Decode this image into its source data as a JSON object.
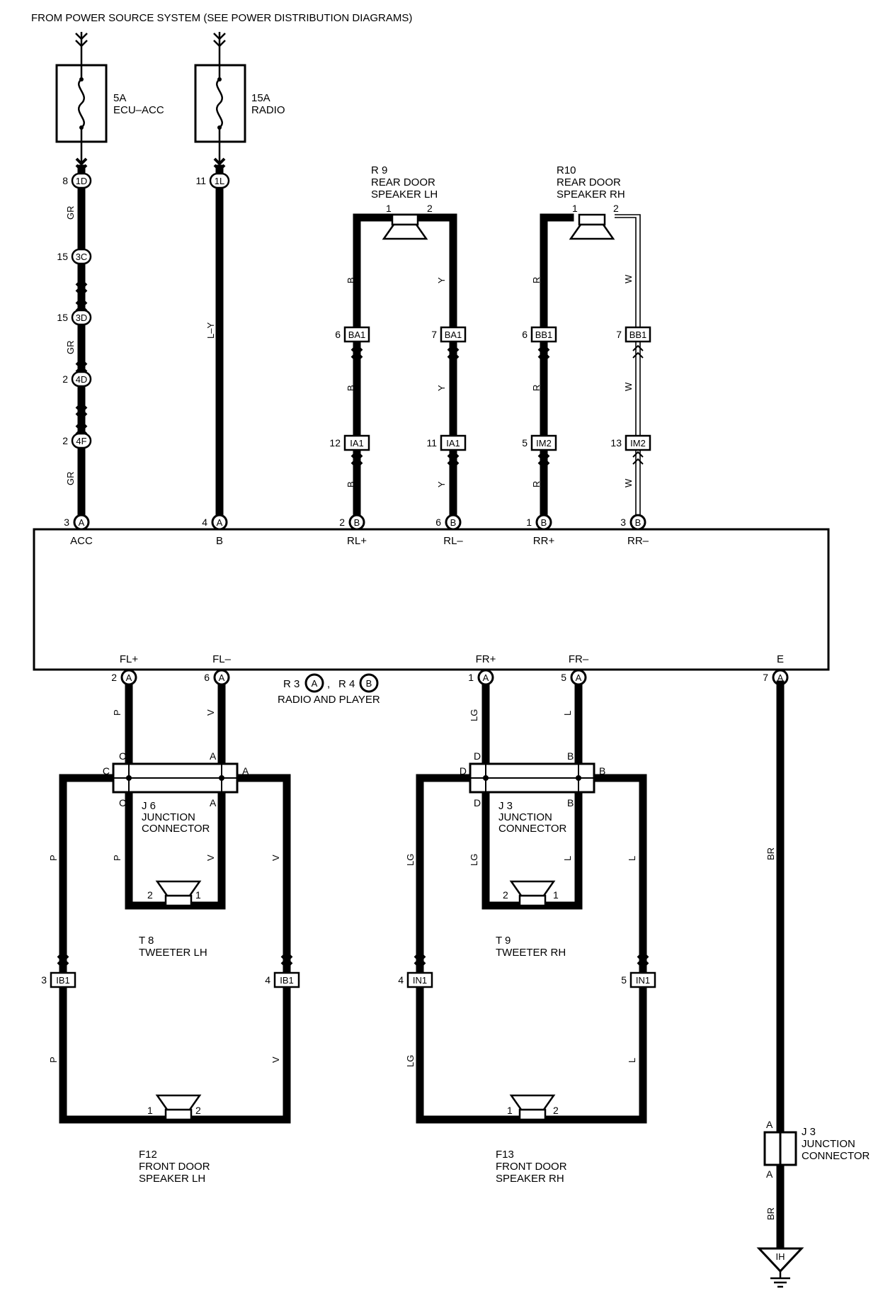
{
  "header": {
    "text": "FROM POWER SOURCE SYSTEM (SEE POWER DISTRIBUTION DIAGRAMS)"
  },
  "fuses": [
    {
      "rating": "5A",
      "name": "ECU–ACC"
    },
    {
      "rating": "15A",
      "name": "RADIO"
    }
  ],
  "unit": {
    "id_1": "R 3",
    "conn_1": "A",
    "sep": ",",
    "id_2": "R 4",
    "conn_2": "B",
    "name": "RADIO AND PLAYER",
    "top_pins": [
      {
        "num": "3",
        "conn": "A",
        "label": "ACC"
      },
      {
        "num": "4",
        "conn": "A",
        "label": "B"
      },
      {
        "num": "2",
        "conn": "B",
        "label": "RL+"
      },
      {
        "num": "6",
        "conn": "B",
        "label": "RL–"
      },
      {
        "num": "1",
        "conn": "B",
        "label": "RR+"
      },
      {
        "num": "3",
        "conn": "B",
        "label": "RR–"
      }
    ],
    "bottom_pins": [
      {
        "num": "2",
        "conn": "A",
        "label": "FL+"
      },
      {
        "num": "6",
        "conn": "A",
        "label": "FL–"
      },
      {
        "num": "1",
        "conn": "A",
        "label": "FR+"
      },
      {
        "num": "5",
        "conn": "A",
        "label": "FR–"
      },
      {
        "num": "7",
        "conn": "A",
        "label": "E"
      }
    ]
  },
  "acc_chain": [
    {
      "pin": "8",
      "conn": "1D"
    },
    {
      "pin": "15",
      "conn": "3C"
    },
    {
      "pin": "15",
      "conn": "3D"
    },
    {
      "pin": "2",
      "conn": "4D"
    },
    {
      "pin": "2",
      "conn": "4F"
    }
  ],
  "acc_wires": [
    "GR",
    "GR",
    "GR"
  ],
  "radio_chain": {
    "pin": "11",
    "conn": "1L",
    "wire": "L–Y"
  },
  "rear_speakers": [
    {
      "id": "R 9",
      "name_1": "REAR DOOR",
      "name_2": "SPEAKER LH",
      "pins": [
        "1",
        "2"
      ],
      "legs": [
        {
          "w_top": "B",
          "c1_pin": "6",
          "c1": "BA1",
          "w_mid": "B",
          "c2_pin": "12",
          "c2": "IA1",
          "w_bot": "B"
        },
        {
          "w_top": "Y",
          "c1_pin": "7",
          "c1": "BA1",
          "w_mid": "Y",
          "c2_pin": "11",
          "c2": "IA1",
          "w_bot": "Y"
        }
      ]
    },
    {
      "id": "R10",
      "name_1": "REAR DOOR",
      "name_2": "SPEAKER RH",
      "pins": [
        "1",
        "2"
      ],
      "legs": [
        {
          "w_top": "R",
          "c1_pin": "6",
          "c1": "BB1",
          "w_mid": "R",
          "c2_pin": "5",
          "c2": "IM2",
          "w_bot": "R"
        },
        {
          "w_top": "W",
          "c1_pin": "7",
          "c1": "BB1",
          "w_mid": "W",
          "c2_pin": "13",
          "c2": "IM2",
          "w_bot": "W"
        }
      ]
    }
  ],
  "front_left": {
    "unit_wires": [
      "P",
      "V"
    ],
    "junction": {
      "id": "J 6",
      "name_1": "JUNCTION",
      "name_2": "CONNECTOR",
      "pins": [
        "C",
        "A"
      ]
    },
    "tweeter": {
      "id": "T 8",
      "name": "TWEETER LH",
      "pins": [
        "2",
        "1"
      ]
    },
    "tweeter_wires": [
      "P",
      "V"
    ],
    "outer_wires": [
      "P",
      "V"
    ],
    "connectors": [
      {
        "pin": "3",
        "conn": "IB1"
      },
      {
        "pin": "4",
        "conn": "IB1"
      }
    ],
    "lower_wires": [
      "P",
      "V"
    ],
    "speaker": {
      "id": "F12",
      "name_1": "FRONT DOOR",
      "name_2": "SPEAKER LH",
      "pins": [
        "1",
        "2"
      ]
    }
  },
  "front_right": {
    "unit_wires": [
      "LG",
      "L"
    ],
    "junction": {
      "id": "J 3",
      "name_1": "JUNCTION",
      "name_2": "CONNECTOR",
      "pins": [
        "D",
        "B"
      ]
    },
    "tweeter": {
      "id": "T 9",
      "name": "TWEETER RH",
      "pins": [
        "2",
        "1"
      ]
    },
    "tweeter_wires": [
      "LG",
      "L"
    ],
    "outer_wires": [
      "LG",
      "L"
    ],
    "connectors": [
      {
        "pin": "4",
        "conn": "IN1"
      },
      {
        "pin": "5",
        "conn": "IN1"
      }
    ],
    "lower_wires": [
      "LG",
      "L"
    ],
    "speaker": {
      "id": "F13",
      "name_1": "FRONT DOOR",
      "name_2": "SPEAKER RH",
      "pins": [
        "1",
        "2"
      ]
    }
  },
  "ground": {
    "wire_1": "BR",
    "wire_2": "BR",
    "junction": {
      "id": "J 3",
      "name_1": "JUNCTION",
      "name_2": "CONNECTOR",
      "pin": "A"
    },
    "point": "IH"
  }
}
